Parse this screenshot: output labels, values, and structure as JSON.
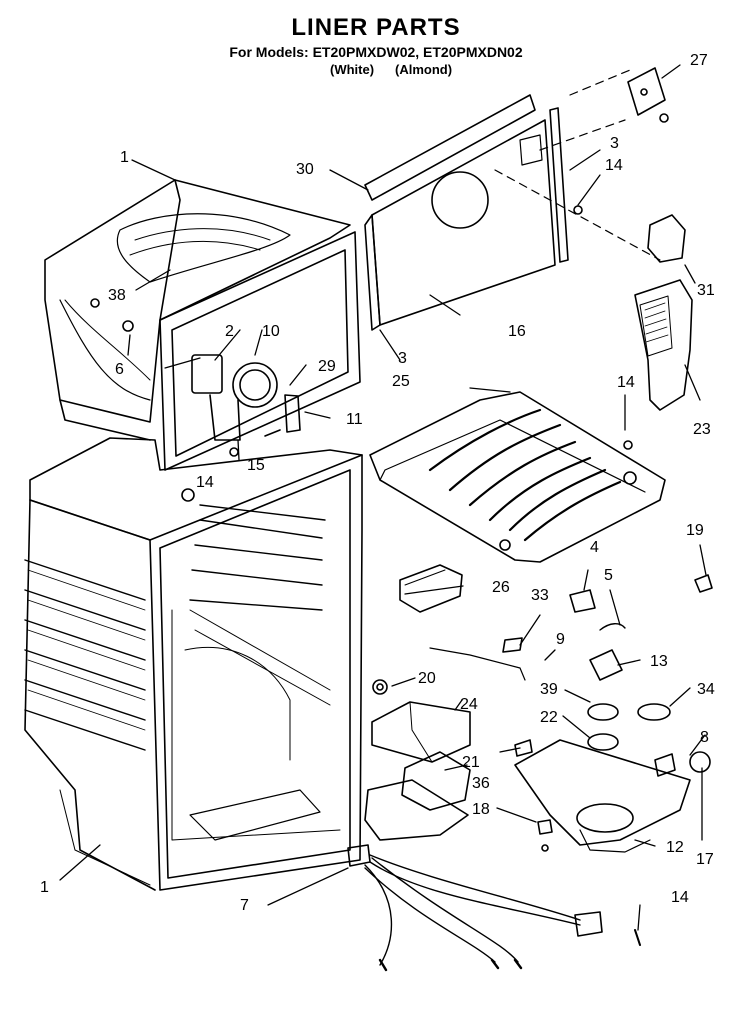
{
  "title": "LINER PARTS",
  "models_line": "For Models: ET20PMXDW02, ET20PMXDN02",
  "color_white": "(White)",
  "color_almond": "(Almond)",
  "callouts": {
    "c1a": "1",
    "c1b": "1",
    "c2": "2",
    "c3a": "3",
    "c3b": "3",
    "c4": "4",
    "c5": "5",
    "c6": "6",
    "c7": "7",
    "c8": "8",
    "c9": "9",
    "c10": "10",
    "c11": "11",
    "c12": "12",
    "c13": "13",
    "c14a": "14",
    "c14b": "14",
    "c14c": "14",
    "c14d": "14",
    "c15": "15",
    "c16": "16",
    "c17": "17",
    "c18": "18",
    "c19": "19",
    "c20": "20",
    "c21": "21",
    "c22": "22",
    "c23": "23",
    "c24": "24",
    "c25": "25",
    "c26": "26",
    "c27": "27",
    "c29": "29",
    "c30": "30",
    "c31": "31",
    "c33": "33",
    "c34": "34",
    "c36": "36",
    "c38": "38",
    "c39": "39"
  }
}
